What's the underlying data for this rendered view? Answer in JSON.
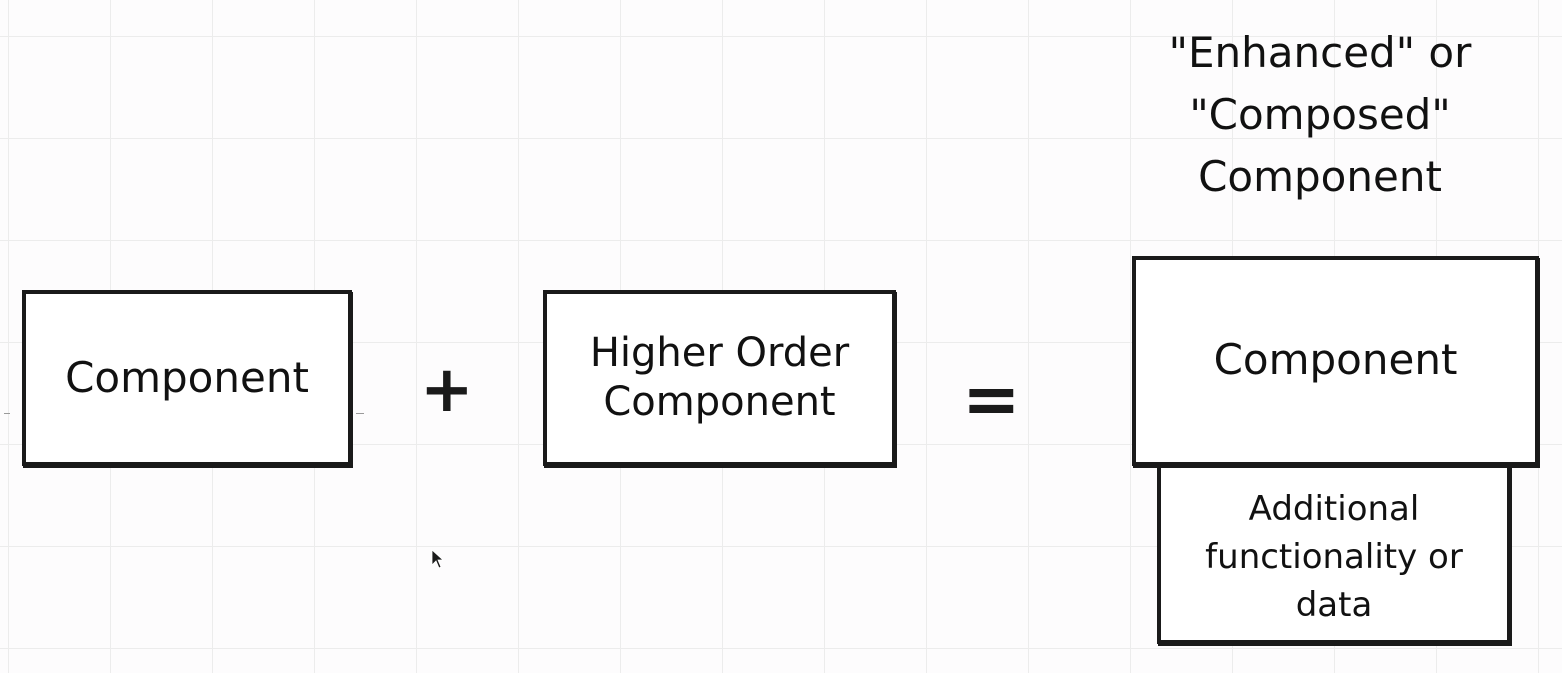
{
  "diagram": {
    "base_component": {
      "label": "Component"
    },
    "plus_operator": "+",
    "hoc": {
      "label": "Higher Order\nComponent"
    },
    "equals_operator": "=",
    "result_heading": "\"Enhanced\" or\n\"Composed\"\nComponent",
    "result_component": {
      "label": "Component"
    },
    "result_extra": {
      "label": "Additional\nfunctionality or\ndata"
    }
  },
  "colors": {
    "stroke": "#1a1a1a",
    "box_fill": "#ffffff",
    "background": "#fdfcfd",
    "grid": "#ececec"
  },
  "icons": {
    "cursor": "mouse-pointer-icon"
  }
}
